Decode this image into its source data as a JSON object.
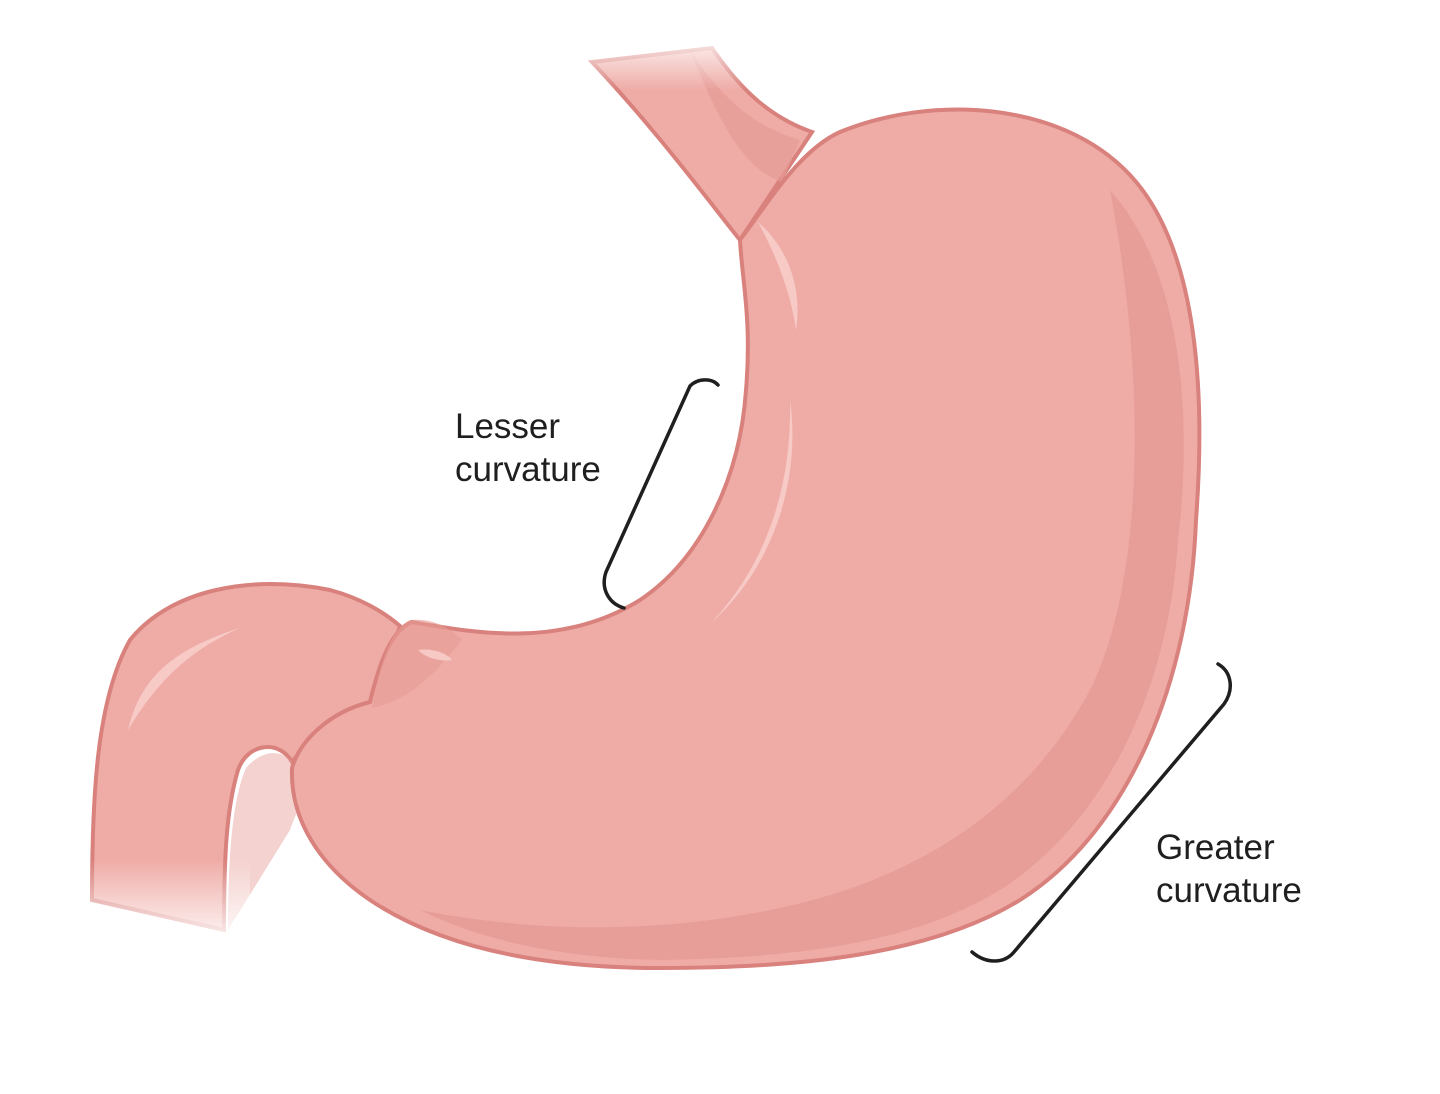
{
  "colors": {
    "background": "#ffffff",
    "stomach_fill": "#efaca7",
    "stomach_shade": "#e69b95",
    "stomach_outline": "#d9817c",
    "highlight": "#f7cdca",
    "bracket": "#1f1f1f",
    "text": "#1f1f1f"
  },
  "labels": {
    "lesser_curvature": {
      "line1": "Lesser",
      "line2": "curvature"
    },
    "greater_curvature": {
      "line1": "Greater",
      "line2": "curvature"
    }
  }
}
